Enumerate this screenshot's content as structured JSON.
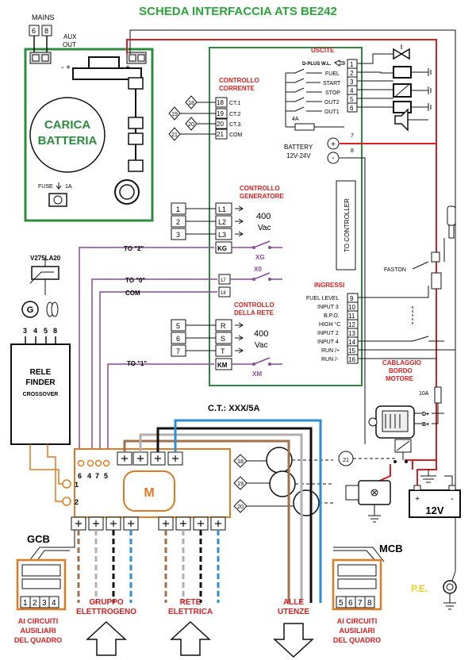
{
  "title": "SCHEDA INTERFACCIA ATS BE242",
  "colors": {
    "green": "#2e8b3e",
    "red": "#d42020",
    "orange": "#e07a20",
    "purple": "#8a4a9a",
    "blue": "#2a8fd4",
    "brown": "#a0704a",
    "gray": "#b0b0b0",
    "black": "#111111"
  },
  "charger": {
    "mains": "MAINS",
    "mains_terms": [
      "6",
      "8"
    ],
    "aux": "AUX",
    "aux2": "OUT",
    "label1": "CARICA",
    "label2": "BATTERIA",
    "fuse": "FUSE",
    "fuse_rating": "1A"
  },
  "current": {
    "title1": "CONTROLLO",
    "title2": "CORRENTE",
    "nodes": [
      "18",
      "19",
      "20",
      "21"
    ],
    "terms": [
      "18",
      "19",
      "20",
      "21"
    ],
    "labels": [
      "CT.1",
      "CT.2",
      "CT.3.",
      "COM"
    ]
  },
  "outputs": {
    "title": "USCITE",
    "labels": [
      "D-PLUS W.L.",
      "FUEL",
      "START",
      "STOP",
      "OUT2",
      "OUT1"
    ],
    "terms": [
      "1",
      "2",
      "3",
      "4",
      "5",
      "6"
    ],
    "fuse": "4A",
    "t7": "7",
    "t8": "8",
    "battery1": "BATTERY",
    "battery2": "12V-24V"
  },
  "generator": {
    "title1": "CONTROLLO",
    "title2": "GENERATORE",
    "left_terms": [
      "1",
      "2",
      "3"
    ],
    "terms": [
      "L1",
      "L2",
      "L3",
      "KG"
    ],
    "voltage1": "400",
    "voltage2": "Vac",
    "switch": "XG"
  },
  "to_controller": "TO CONTROLLER",
  "mid": {
    "x0": "X0",
    "to0": "TO \"0\"",
    "com": "COM",
    "to2": "TO \"2\"",
    "to1": "TO \"1\"",
    "t17": "17",
    "t18": "18"
  },
  "grid": {
    "title1": "CONTROLLO",
    "title2": "DELLA RETE",
    "left_terms": [
      "5",
      "6",
      "7"
    ],
    "terms": [
      "R",
      "S",
      "T",
      "KM"
    ],
    "voltage1": "400",
    "voltage2": "Vac",
    "switch": "XM"
  },
  "inputs": {
    "title": "INGRESSI",
    "labels": [
      "FUEL LEVEL",
      "INPUT 3",
      "B.P.O.",
      "HIGH °C",
      "INPUT 2",
      "INPUT 4",
      "RUN /+",
      "RUN /-"
    ],
    "terms": [
      "9",
      "10",
      "11",
      "12",
      "13",
      "14",
      "15",
      "16"
    ]
  },
  "wiring": {
    "faston": "FASTON",
    "title1": "CABLAGGIO",
    "title2": "BORDO",
    "title3": "MOTORE",
    "fuse": "10A",
    "dplus": "D+",
    "bplus": "B+",
    "battery": "12V",
    "plus": "+",
    "minus": "-"
  },
  "relay": {
    "varistor": "V275LA20",
    "g": "G",
    "terms": [
      "3",
      "4",
      "5",
      "8"
    ],
    "line1": "RELE",
    "line2": "FINDER",
    "line3": "CROSSOVER"
  },
  "ats": {
    "ct": "C.T.: XXX/5A",
    "motor": "M",
    "motor_terms": [
      "6",
      "4",
      "7",
      "5"
    ],
    "aux_terms": [
      "1",
      "2"
    ],
    "ct_nodes": [
      "18",
      "19",
      "20"
    ],
    "node21": "21"
  },
  "bottom": {
    "gcb": "GCB",
    "mcb": "MCB",
    "gcb_terms": [
      "1",
      "2",
      "3",
      "4"
    ],
    "mcb_terms": [
      "5",
      "6",
      "7",
      "8"
    ],
    "aux_l1": "AI CIRCUITI",
    "aux_l2": "AUSILIARI",
    "aux_l3": "DEL QUADRO",
    "gen1": "GRUPPO",
    "gen2": "ELETTROGENO",
    "net1": "RETE",
    "net2": "ELETTRICA",
    "load1": "ALLE",
    "load2": "UTENZE",
    "pe": "P.E."
  }
}
